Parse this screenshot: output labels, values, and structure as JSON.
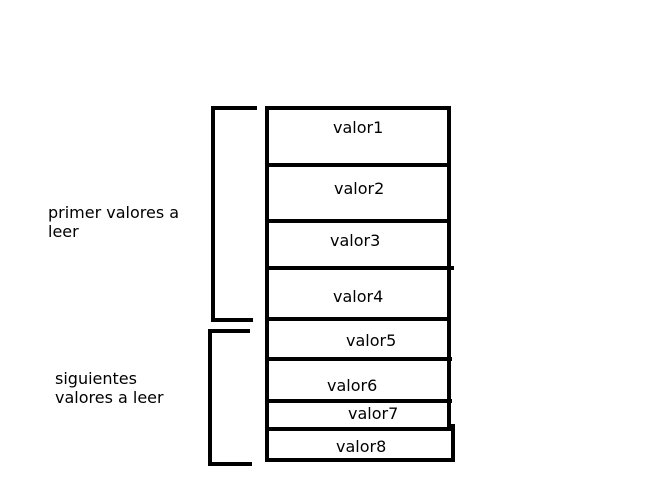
{
  "cells": [
    "valor1",
    "valor2",
    "valor3",
    "valor4",
    "valor5",
    "valor6",
    "valor7",
    "valor8"
  ],
  "groups": [
    {
      "label": "primer valores a\nleer"
    },
    {
      "label": "siguientes\nvalores a leer"
    }
  ],
  "colors": {
    "stroke": "#000000",
    "background": "#ffffff"
  }
}
